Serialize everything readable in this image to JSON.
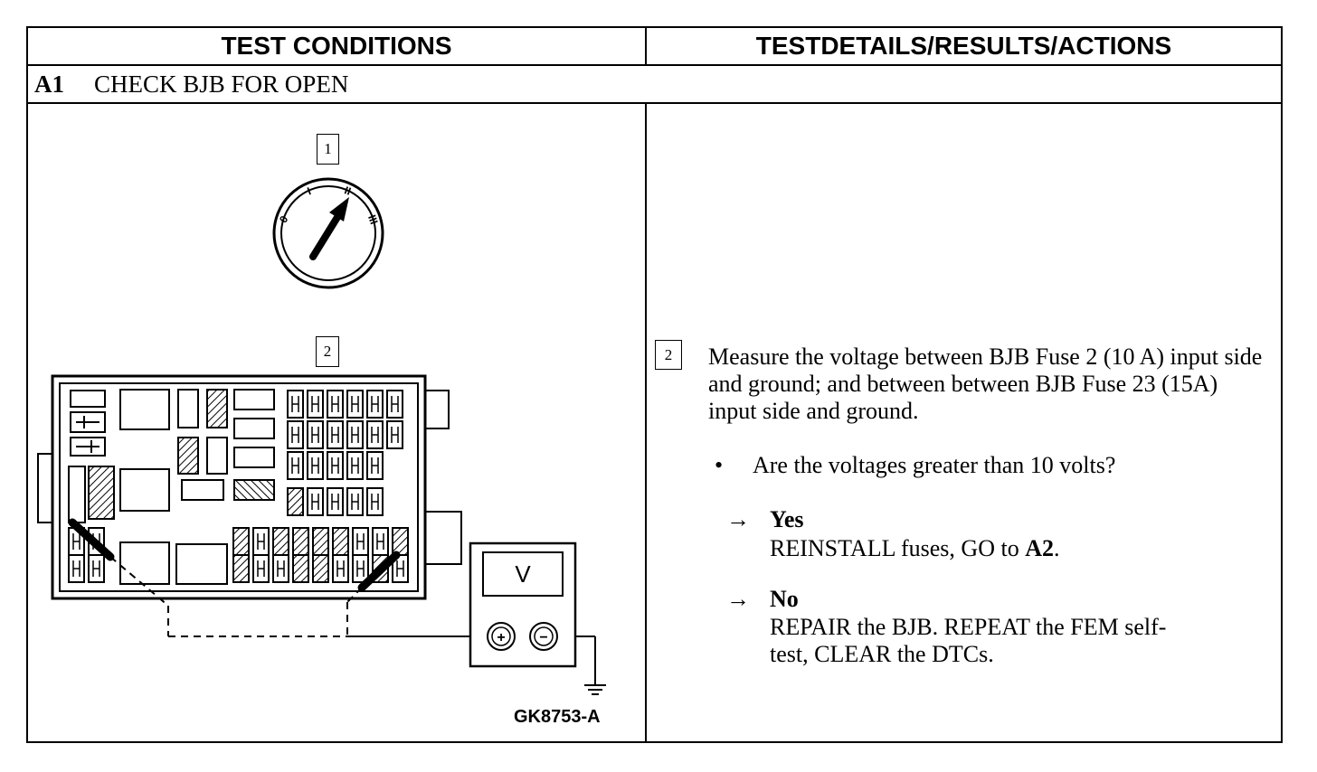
{
  "table": {
    "header_left": "TEST CONDITIONS",
    "header_right": "TESTDETAILS/RESULTS/ACTIONS",
    "step_id": "A1",
    "step_title": "CHECK BJB FOR OPEN"
  },
  "figure": {
    "callout_1": "1",
    "callout_2": "2",
    "switch_positions": [
      "0",
      "I",
      "II",
      "III"
    ],
    "meter_display": "V",
    "meter_plus": "+",
    "meter_minus": "−",
    "figure_id": "GK8753-A"
  },
  "details": {
    "step_ref": "2",
    "instruction": "Measure the voltage between BJB Fuse 2 (10 A) input side and ground; and between between BJB Fuse 23 (15A) input side and ground.",
    "bullet_marker": "•",
    "question": "Are the voltages greater than 10 volts?",
    "arrow_symbol": "→",
    "yes_label": "Yes",
    "yes_action_prefix": "REINSTALL fuses, GO to ",
    "yes_action_target": "A2",
    "yes_action_suffix": ".",
    "no_label": "No",
    "no_action": "REPAIR the BJB. REPEAT the FEM self-test, CLEAR the DTCs."
  }
}
